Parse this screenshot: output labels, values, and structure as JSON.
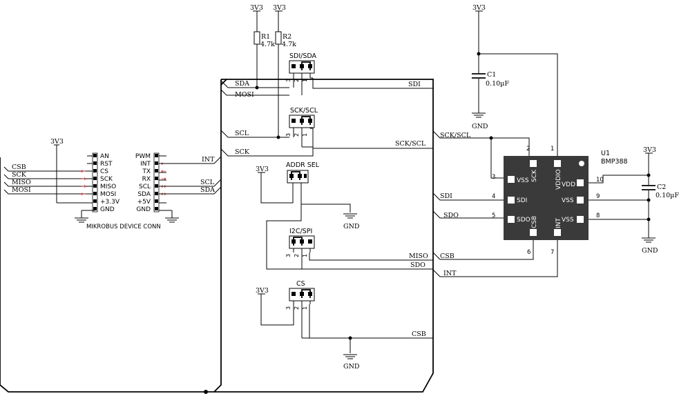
{
  "power": {
    "v33": "3V3",
    "gnd": "GND"
  },
  "mikrobus": {
    "title": "MIKROBUS DEVICE CONN",
    "left_pins": [
      "AN",
      "RST",
      "CS",
      "SCK",
      "MISO",
      "MOSI",
      "+3.3V",
      "GND"
    ],
    "right_pins": [
      "PWM",
      "INT",
      "TX",
      "RX",
      "SCL",
      "SDA",
      "+5V",
      "GND"
    ],
    "left_nets": [
      "CSB",
      "SCK",
      "MISO",
      "MOSI"
    ],
    "right_nets": [
      "INT",
      "SCL",
      "SDA"
    ]
  },
  "resistors": {
    "r1_ref": "R1",
    "r1_val": "4.7k",
    "r2_ref": "R2",
    "r2_val": "4.7k"
  },
  "jumpers": {
    "sdi_sda": "SDI/SDA",
    "sck_scl": "SCK/SCL",
    "addr_sel": "ADDR SEL",
    "i2c_spi": "I2C/SPI",
    "cs": "CS",
    "pin3": "3",
    "pin2": "2",
    "pin1": "1"
  },
  "nets": {
    "sda": "SDA",
    "mosi": "MOSI",
    "scl": "SCL",
    "sck": "SCK",
    "sdi": "SDI",
    "sck_scl": "SCK/SCL",
    "miso": "MISO",
    "sdo": "SDO",
    "csb": "CSB",
    "int": "INT"
  },
  "chip": {
    "ref": "U1",
    "part": "BMP388",
    "pins": {
      "vss": "VSS",
      "sdi": "SDI",
      "sdo": "SDO",
      "sck": "SCK",
      "vddio": "VDDIO",
      "vdd": "VDD",
      "csb": "CSB",
      "int": "INT"
    },
    "pin_numbers": [
      "1",
      "2",
      "3",
      "4",
      "5",
      "6",
      "7",
      "8",
      "9",
      "10"
    ]
  },
  "caps": {
    "c1_ref": "C1",
    "c1_val": "0.10µF",
    "c2_ref": "C2",
    "c2_val": "0.10µF"
  },
  "colors": {
    "wire": "#000000",
    "chip_body": "#3a3a3a",
    "chip_pad": "#ffffff",
    "arrow": "#d01010"
  }
}
